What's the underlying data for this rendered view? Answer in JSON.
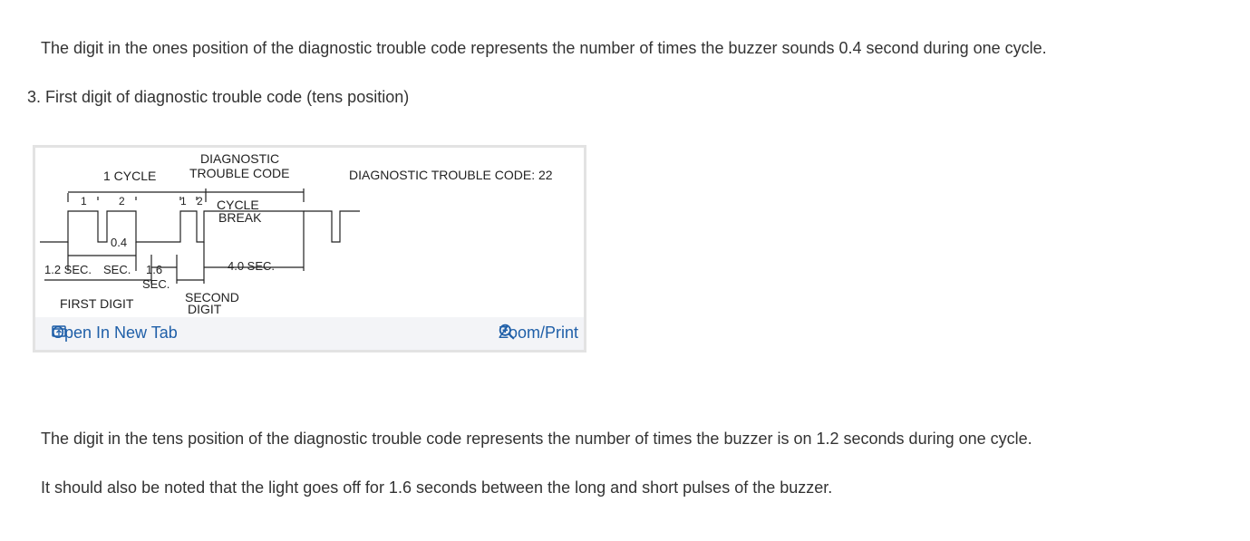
{
  "content": {
    "para_ones": "The digit in the ones position of the diagnostic trouble code represents the number of times the buzzer sounds 0.4 second during one cycle.",
    "heading_tens": "3. First digit of diagnostic trouble code (tens position)",
    "para_tens": "The digit in the tens position of the diagnostic trouble code represents the number of times the buzzer is on 1.2 seconds during one cycle.",
    "para_note": "It should also be noted that the light goes off for 1.6 seconds between the long and short pulses of the buzzer."
  },
  "figure": {
    "label_cycle": "1 CYCLE",
    "label_dtc_line1": "DIAGNOSTIC",
    "label_dtc_line2": "TROUBLE CODE",
    "label_code": "DIAGNOSTIC TROUBLE CODE: 22",
    "tick_1a": "1",
    "tick_2a": "2",
    "tick_1b": "1",
    "tick_2b": "2",
    "label_cycle_break_1": "CYCLE",
    "label_cycle_break_2": "BREAK",
    "label_04": "0.4",
    "label_12sec": "1.2 SEC.",
    "label_sec": "SEC.",
    "label_16": "1.6",
    "label_16sec": "SEC.",
    "label_40sec": "4.0 SEC.",
    "label_first_digit": "FIRST DIGIT",
    "label_second_1": "SECOND",
    "label_second_2": "DIGIT"
  },
  "toolbar": {
    "open_tab_label": "Open In New Tab",
    "zoom_label": "Zoom/Print"
  },
  "colors": {
    "link": "#1f5fa8",
    "text": "#333333",
    "toolbar_bg": "#f3f4f7",
    "border": "#e3e3e3"
  }
}
